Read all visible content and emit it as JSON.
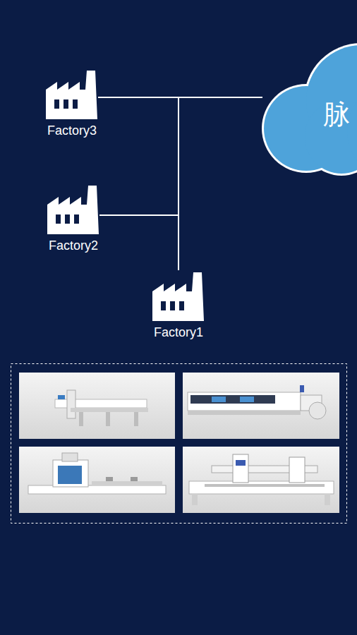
{
  "diagram": {
    "nodes": [
      {
        "text": [
          "Factory3"
        ]
      },
      {
        "text": [
          "脉"
        ]
      },
      {
        "text": [
          "Factory2"
        ]
      },
      {
        "text": [
          "Factory1"
        ]
      }
    ],
    "edges": [
      {
        "from": 0,
        "to": 1,
        "arrow": "none"
      },
      {
        "from": 2,
        "to": 1,
        "arrow": "none"
      },
      {
        "from": 3,
        "to": 1,
        "arrow": "none"
      }
    ]
  }
}
